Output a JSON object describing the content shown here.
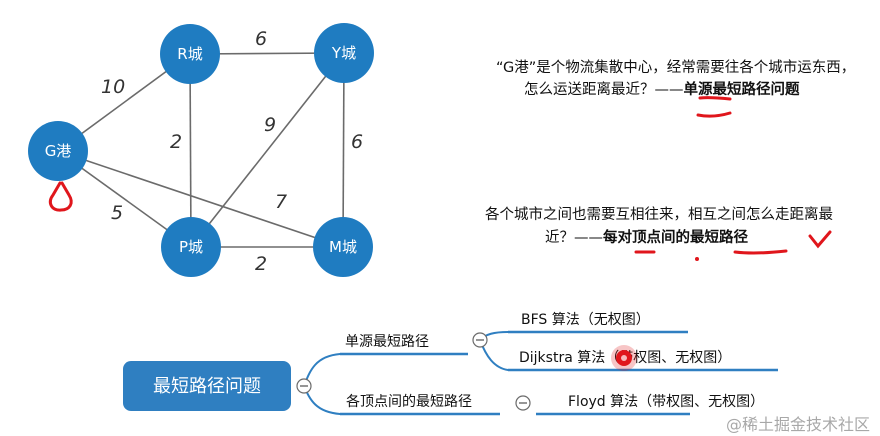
{
  "graph": {
    "nodes": {
      "R": "R城",
      "Y": "Y城",
      "G": "G港",
      "P": "P城",
      "M": "M城"
    },
    "edges": {
      "GR": "10",
      "RY": "6",
      "RP": "2",
      "PY": "9",
      "YM": "6",
      "GM": "7",
      "GP": "5",
      "PM": "2"
    }
  },
  "descriptions": {
    "single_source": {
      "line1": "“G港”是个物流集散中心，经常需要往各个城市运东西，",
      "line2_prefix": "怎么运送距离最近？——",
      "line2_emph": "单源最短路径问题"
    },
    "all_pairs": {
      "line1": "各个城市之间也需要互相往来，相互之间怎么走距离最",
      "line2_prefix": "近？——",
      "line2_emph": "每对顶点间的最短路径"
    }
  },
  "mindmap": {
    "root": "最短路径问题",
    "branch_single": "单源最短路径",
    "branch_all": "各顶点间的最短路径",
    "leaf_bfs": "BFS 算法（无权图）",
    "leaf_dijkstra": "Dijkstra 算法（带权图、无权图）",
    "leaf_floyd": "Floyd 算法（带权图、无权图）"
  },
  "watermark": "@稀土掘金技术社区",
  "colors": {
    "node_fill": "#1f7cc1",
    "mindmap_blue": "#2f7fc1",
    "annotation_red": "#e0161c"
  }
}
